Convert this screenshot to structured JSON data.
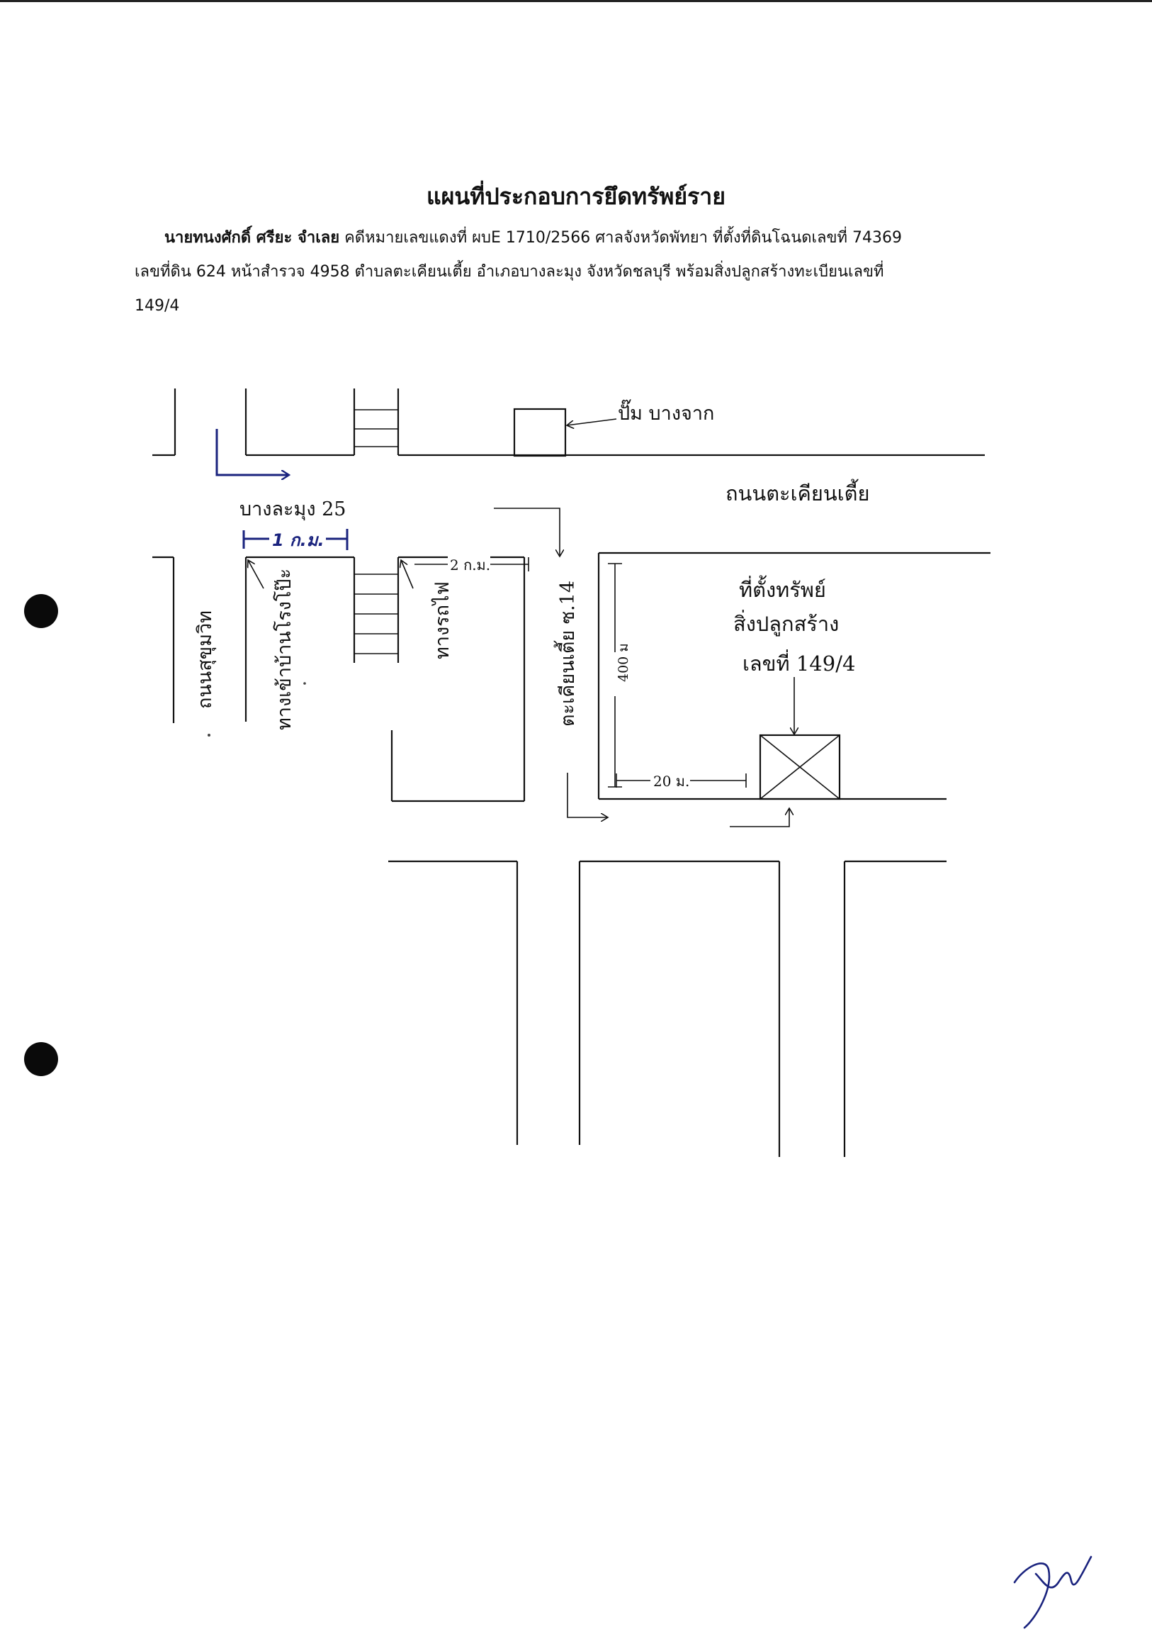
{
  "document": {
    "title": "แผนที่ประกอบการยึดทรัพย์ราย",
    "defendant": "นายทนงศักดิ์ ศรียะ จำเลย",
    "line1_rest": " คดีหมายเลขแดงที่ ผบE 1710/2566 ศาลจังหวัดพัทยา ที่ตั้งที่ดินโฉนดเลขที่ 74369",
    "line2": "เลขที่ดิน 624 หน้าสำรวจ 4958  ตำบลตะเคียนเตี้ย อำเภอบางละมุง จังหวัดชลบุรี พร้อมสิ่งปลูกสร้างทะเบียนเลขที่",
    "line3": "149/4"
  },
  "map": {
    "gas_station": "ปั๊ม บางจาก",
    "main_road": "ถนนตะเคียนเตี้ย",
    "soi_bang_lamung": "บางละมุง 25",
    "handwritten_distance": "1 ก.ม.",
    "sukhumvit_road": "ถนนสุขุมวิท",
    "factory_entrance": "ทางเข้าบ้านโรงโป๊ะ",
    "railway": "ทางรถไฟ",
    "distance_2km": "2 ก.ม.",
    "soi_14": "ตะเคียนเตี้ย ซ.14",
    "distance_400m": "400 ม",
    "property_line1": "ที่ตั้งทรัพย์",
    "property_line2": "สิ่งปลูกสร้าง",
    "property_line3": "เลขที่ 149/4",
    "distance_20m": "20 ม."
  }
}
